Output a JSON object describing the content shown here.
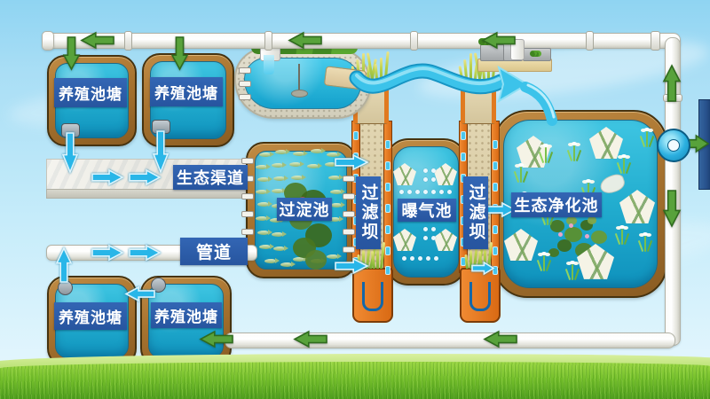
{
  "labels": {
    "farm_pond": "养殖池塘",
    "eco_channel": "生态渠道",
    "pipeline": "管道",
    "sedimentation_pond": "过淀池",
    "filter_dam": "过滤坝",
    "aeration_pond": "曝气池",
    "eco_purification_pond": "生态净化池"
  },
  "colors": {
    "label_badge_blue": "#2a5aa4",
    "pond_water_cyan": "#22adcf",
    "pond_border_brown": "#a7732f",
    "green_flow_arrow": "#58a23b",
    "cyan_water_arrow": "#29b6e8",
    "filter_dam_orange": "#e0751f",
    "grass_green": "#76c02c",
    "sky_blue": "#a9def5",
    "outfall_bar_blue": "#27518c",
    "pipe_white": "#f4f4ee"
  }
}
